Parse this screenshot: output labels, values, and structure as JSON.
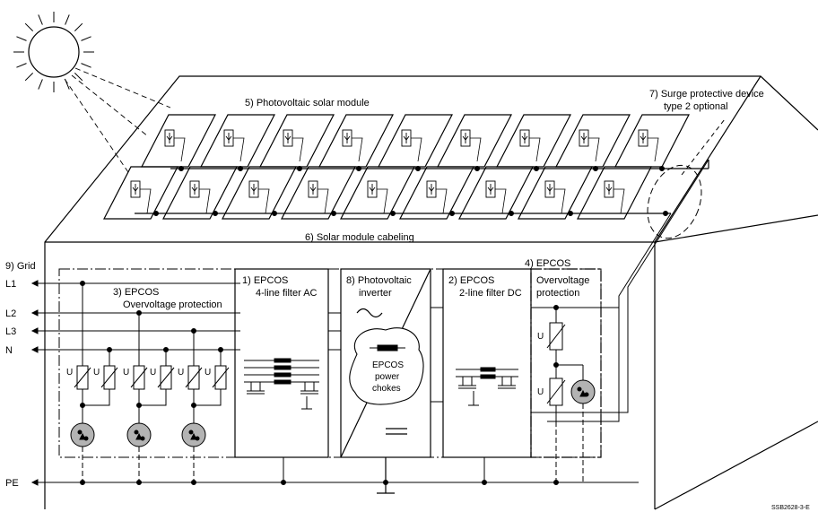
{
  "labels": {
    "solar_module": "5) Photovoltaic solar module",
    "surge_line1": "7) Surge protective device",
    "surge_line2": "type 2 optional",
    "cabeling": "6) Solar module cabeling",
    "grid": "9) Grid",
    "l1": "L1",
    "l2": "L2",
    "l3": "L3",
    "n": "N",
    "pe": "PE",
    "ovp_ac_line1": "3) EPCOS",
    "ovp_ac_line2": "Overvoltage protection",
    "filter_ac_line1": "1) EPCOS",
    "filter_ac_line2": "4-line filter AC",
    "inverter_line1": "8) Photovoltaic",
    "inverter_line2": "inverter",
    "chokes_line1": "EPCOS",
    "chokes_line2": "power",
    "chokes_line3": "chokes",
    "filter_dc_line1": "2) EPCOS",
    "filter_dc_line2": "2-line filter DC",
    "ovp_dc_line0": "4) EPCOS",
    "ovp_dc_line1": "Overvoltage",
    "ovp_dc_line2": "protection",
    "varistor_u": "U",
    "ac_symbol": "~",
    "dc_symbol": "=",
    "ref": "SSB2628-3-E"
  }
}
